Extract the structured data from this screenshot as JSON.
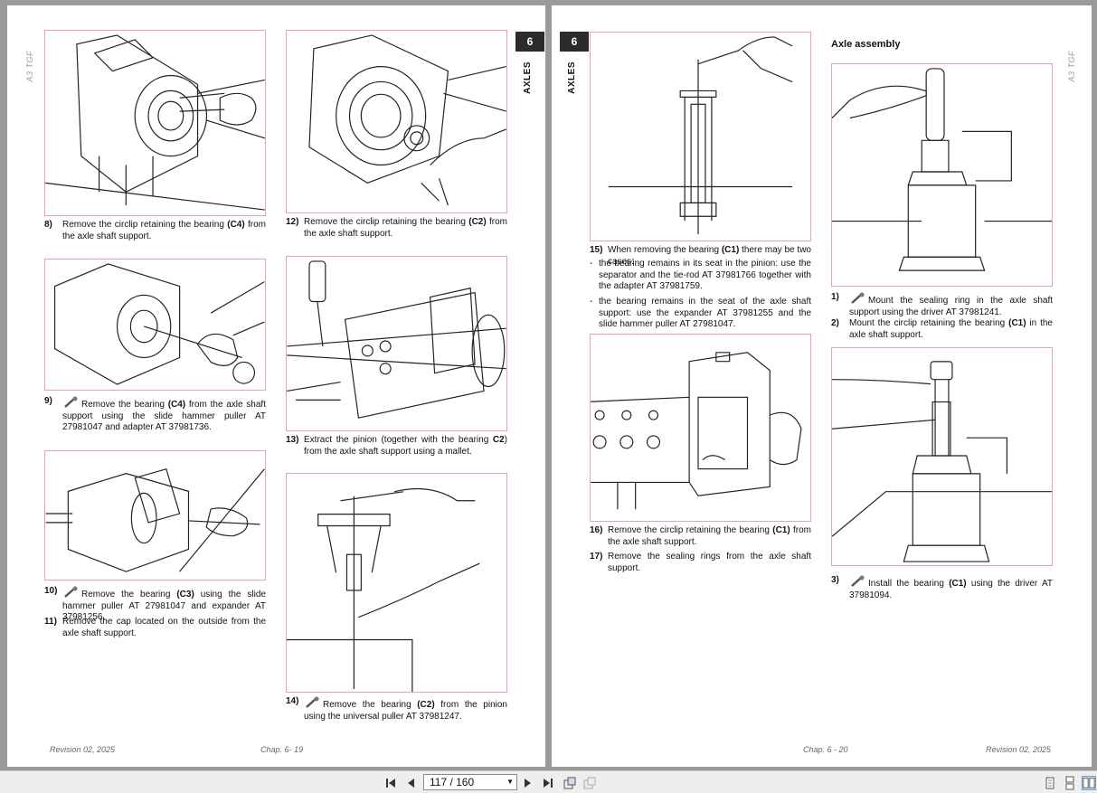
{
  "left_page": {
    "model_label": "A3 TGF",
    "chapter_number": "6",
    "chapter_title": "AXLES",
    "footer_revision": "Revision 02, 2025",
    "footer_page": "Chap. 6- 19",
    "steps": {
      "s8": {
        "num": "8)",
        "pre": "Remove the circlip retaining the bearing ",
        "bold": "(C4)",
        "post": " from the axle shaft support."
      },
      "s12": {
        "num": "12)",
        "pre": "Remove the circlip retaining the bearing ",
        "bold": "(C2)",
        "post": " from the axle shaft support."
      },
      "s9": {
        "num": "9)",
        "pre": "Remove the bearing ",
        "bold": "(C4)",
        "post": " from the axle shaft support using the slide hammer puller AT 27981047 and adapter AT 37981736."
      },
      "s13": {
        "num": "13)",
        "pre": "Extract the pinion (together with the bearing ",
        "bold": "C2",
        "post": ") from the axle shaft support using a mallet."
      },
      "s10": {
        "num": "10)",
        "pre": "Remove the bearing ",
        "bold": "(C3)",
        "post": " using the slide hammer puller AT 27981047 and expander AT 37981256."
      },
      "s11": {
        "num": "11)",
        "text": "Remove the cap located on the outside from the axle shaft support."
      },
      "s14": {
        "num": "14)",
        "pre": "Remove the bearing ",
        "bold": "(C2)",
        "post": " from the pinion using the universal puller AT 37981247."
      }
    }
  },
  "right_page": {
    "model_label": "A3 TGF",
    "chapter_number": "6",
    "chapter_title": "AXLES",
    "section_heading": "Axle assembly",
    "footer_page": "Chap. 6 - 20",
    "footer_revision": "Revision 02, 2025",
    "steps": {
      "s15": {
        "num": "15)",
        "pre": "When removing the bearing ",
        "bold": "(C1)",
        "post": " there may be two cases:"
      },
      "b1": {
        "num": "-",
        "text": "the bearing remains in its seat in the pinion: use the separator and the tie-rod AT 37981766 together with the adapter AT 37981759."
      },
      "b2": {
        "num": "-",
        "text": "the bearing remains in the seat of the axle shaft support: use the expander AT 37981255 and the slide hammer puller AT 27981047."
      },
      "s16": {
        "num": "16)",
        "pre": "Remove the circlip retaining the bearing ",
        "bold": "(C1)",
        "post": " from the axle shaft support."
      },
      "s17": {
        "num": "17)",
        "text": "Remove the sealing rings from the axle shaft support."
      },
      "a1": {
        "num": "1)",
        "text": "Mount the sealing ring in the axle shaft support using the driver AT 37981241."
      },
      "a2": {
        "num": "2)",
        "pre": "Mount the circlip retaining the bearing ",
        "bold": "(C1)",
        "post": " in the axle shaft support."
      },
      "a3": {
        "num": "3)",
        "pre": "Install the bearing ",
        "bold": "(C1)",
        "post": " using the driver AT 37981094."
      }
    }
  },
  "toolbar": {
    "page_indicator": "117 / 160",
    "icons": [
      "first-page-icon",
      "prev-page-icon",
      "next-page-icon",
      "last-page-icon",
      "rotate-icon",
      "rotate-alt-icon",
      "single-page-view-icon",
      "continuous-view-icon",
      "two-page-view-icon"
    ]
  }
}
